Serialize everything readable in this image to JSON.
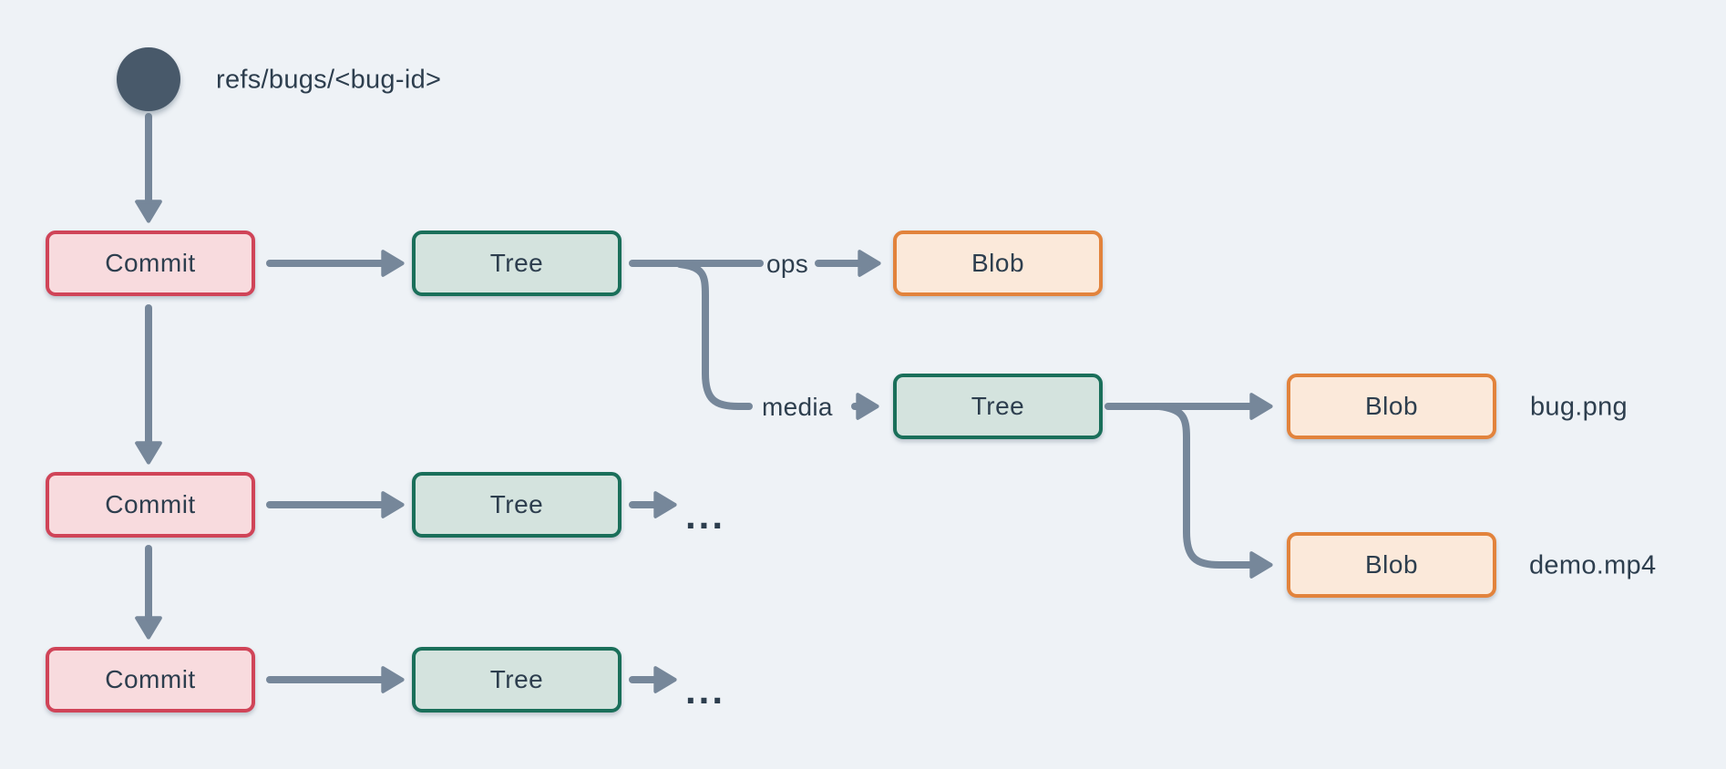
{
  "diagram": {
    "kind": "git-object-graph",
    "background": "#eef2f6",
    "colors": {
      "line": "#76879a",
      "text": "#2d3e4e",
      "ref_node": "#48596a",
      "commit_fill": "#f8dbde",
      "commit_border": "#d04458",
      "tree_fill": "#d4e3de",
      "tree_border": "#1a6f5a",
      "blob_fill": "#fbe9da",
      "blob_border": "#e2833c"
    },
    "ref": {
      "label": "refs/bugs/<bug-id>"
    },
    "nodes": {
      "commit1": {
        "type": "commit",
        "label": "Commit"
      },
      "commit2": {
        "type": "commit",
        "label": "Commit"
      },
      "commit3": {
        "type": "commit",
        "label": "Commit"
      },
      "tree1": {
        "type": "tree",
        "label": "Tree"
      },
      "tree2": {
        "type": "tree",
        "label": "Tree"
      },
      "tree3": {
        "type": "tree",
        "label": "Tree"
      },
      "tree4": {
        "type": "tree",
        "label": "Tree"
      },
      "blob_ops": {
        "type": "blob",
        "label": "Blob"
      },
      "blob_bug": {
        "type": "blob",
        "label": "Blob",
        "file": "bug.png"
      },
      "blob_demo": {
        "type": "blob",
        "label": "Blob",
        "file": "demo.mp4"
      }
    },
    "edge_labels": {
      "ops": "ops",
      "media": "media"
    },
    "ellipsis": {
      "row2": "...",
      "row3": "..."
    }
  }
}
